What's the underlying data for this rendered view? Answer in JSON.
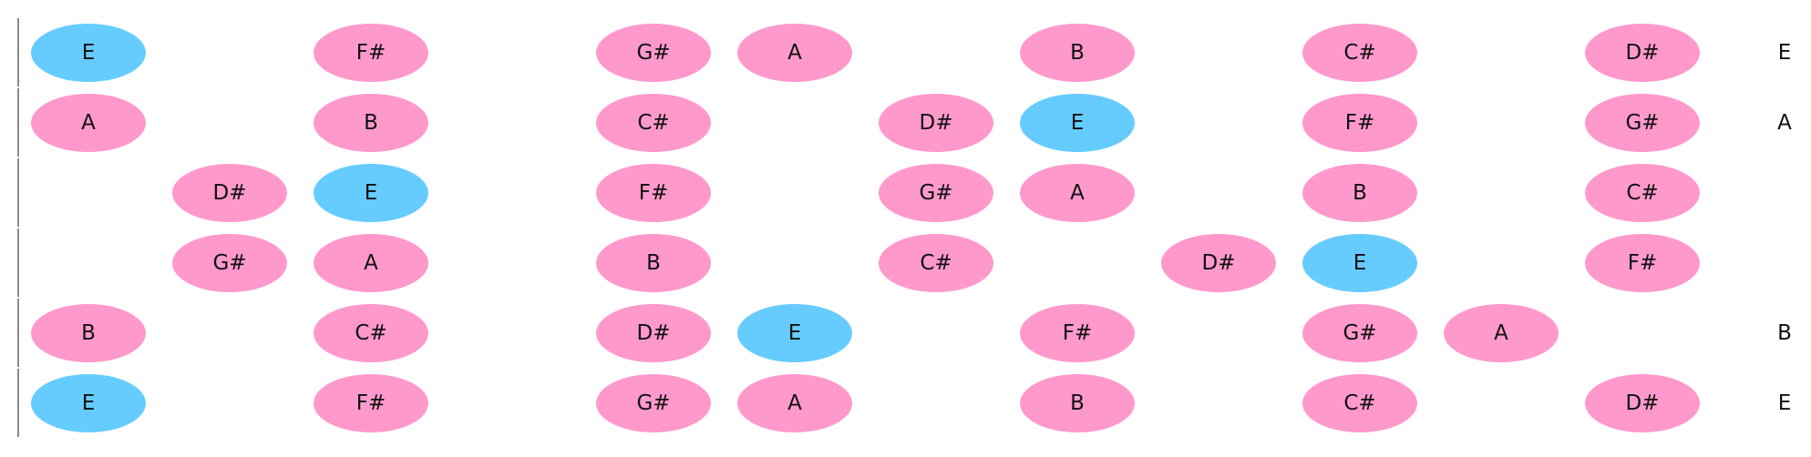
{
  "colors": {
    "scale_note": "#ff99cc",
    "root_note": "#66ccff",
    "nut_line": "#8a8a8a",
    "text": "#111111"
  },
  "strings": [
    {
      "label": "E",
      "notes": [
        {
          "fret": 0,
          "note": "E",
          "root": true
        },
        {
          "fret": 2,
          "note": "F#",
          "root": false
        },
        {
          "fret": 4,
          "note": "G#",
          "root": false
        },
        {
          "fret": 5,
          "note": "A",
          "root": false
        },
        {
          "fret": 7,
          "note": "B",
          "root": false
        },
        {
          "fret": 9,
          "note": "C#",
          "root": false
        },
        {
          "fret": 11,
          "note": "D#",
          "root": false
        }
      ]
    },
    {
      "label": "A",
      "notes": [
        {
          "fret": 0,
          "note": "A",
          "root": false
        },
        {
          "fret": 2,
          "note": "B",
          "root": false
        },
        {
          "fret": 4,
          "note": "C#",
          "root": false
        },
        {
          "fret": 6,
          "note": "D#",
          "root": false
        },
        {
          "fret": 7,
          "note": "E",
          "root": true
        },
        {
          "fret": 9,
          "note": "F#",
          "root": false
        },
        {
          "fret": 11,
          "note": "G#",
          "root": false
        }
      ]
    },
    {
      "label": "",
      "notes": [
        {
          "fret": 1,
          "note": "D#",
          "root": false
        },
        {
          "fret": 2,
          "note": "E",
          "root": true
        },
        {
          "fret": 4,
          "note": "F#",
          "root": false
        },
        {
          "fret": 6,
          "note": "G#",
          "root": false
        },
        {
          "fret": 7,
          "note": "A",
          "root": false
        },
        {
          "fret": 9,
          "note": "B",
          "root": false
        },
        {
          "fret": 11,
          "note": "C#",
          "root": false
        }
      ]
    },
    {
      "label": "",
      "notes": [
        {
          "fret": 1,
          "note": "G#",
          "root": false
        },
        {
          "fret": 2,
          "note": "A",
          "root": false
        },
        {
          "fret": 4,
          "note": "B",
          "root": false
        },
        {
          "fret": 6,
          "note": "C#",
          "root": false
        },
        {
          "fret": 8,
          "note": "D#",
          "root": false
        },
        {
          "fret": 9,
          "note": "E",
          "root": true
        },
        {
          "fret": 11,
          "note": "F#",
          "root": false
        }
      ]
    },
    {
      "label": "B",
      "notes": [
        {
          "fret": 0,
          "note": "B",
          "root": false
        },
        {
          "fret": 2,
          "note": "C#",
          "root": false
        },
        {
          "fret": 4,
          "note": "D#",
          "root": false
        },
        {
          "fret": 5,
          "note": "E",
          "root": true
        },
        {
          "fret": 7,
          "note": "F#",
          "root": false
        },
        {
          "fret": 9,
          "note": "G#",
          "root": false
        },
        {
          "fret": 10,
          "note": "A",
          "root": false
        }
      ]
    },
    {
      "label": "E",
      "notes": [
        {
          "fret": 0,
          "note": "E",
          "root": true
        },
        {
          "fret": 2,
          "note": "F#",
          "root": false
        },
        {
          "fret": 4,
          "note": "G#",
          "root": false
        },
        {
          "fret": 5,
          "note": "A",
          "root": false
        },
        {
          "fret": 7,
          "note": "B",
          "root": false
        },
        {
          "fret": 9,
          "note": "C#",
          "root": false
        },
        {
          "fret": 11,
          "note": "D#",
          "root": false
        }
      ]
    }
  ]
}
